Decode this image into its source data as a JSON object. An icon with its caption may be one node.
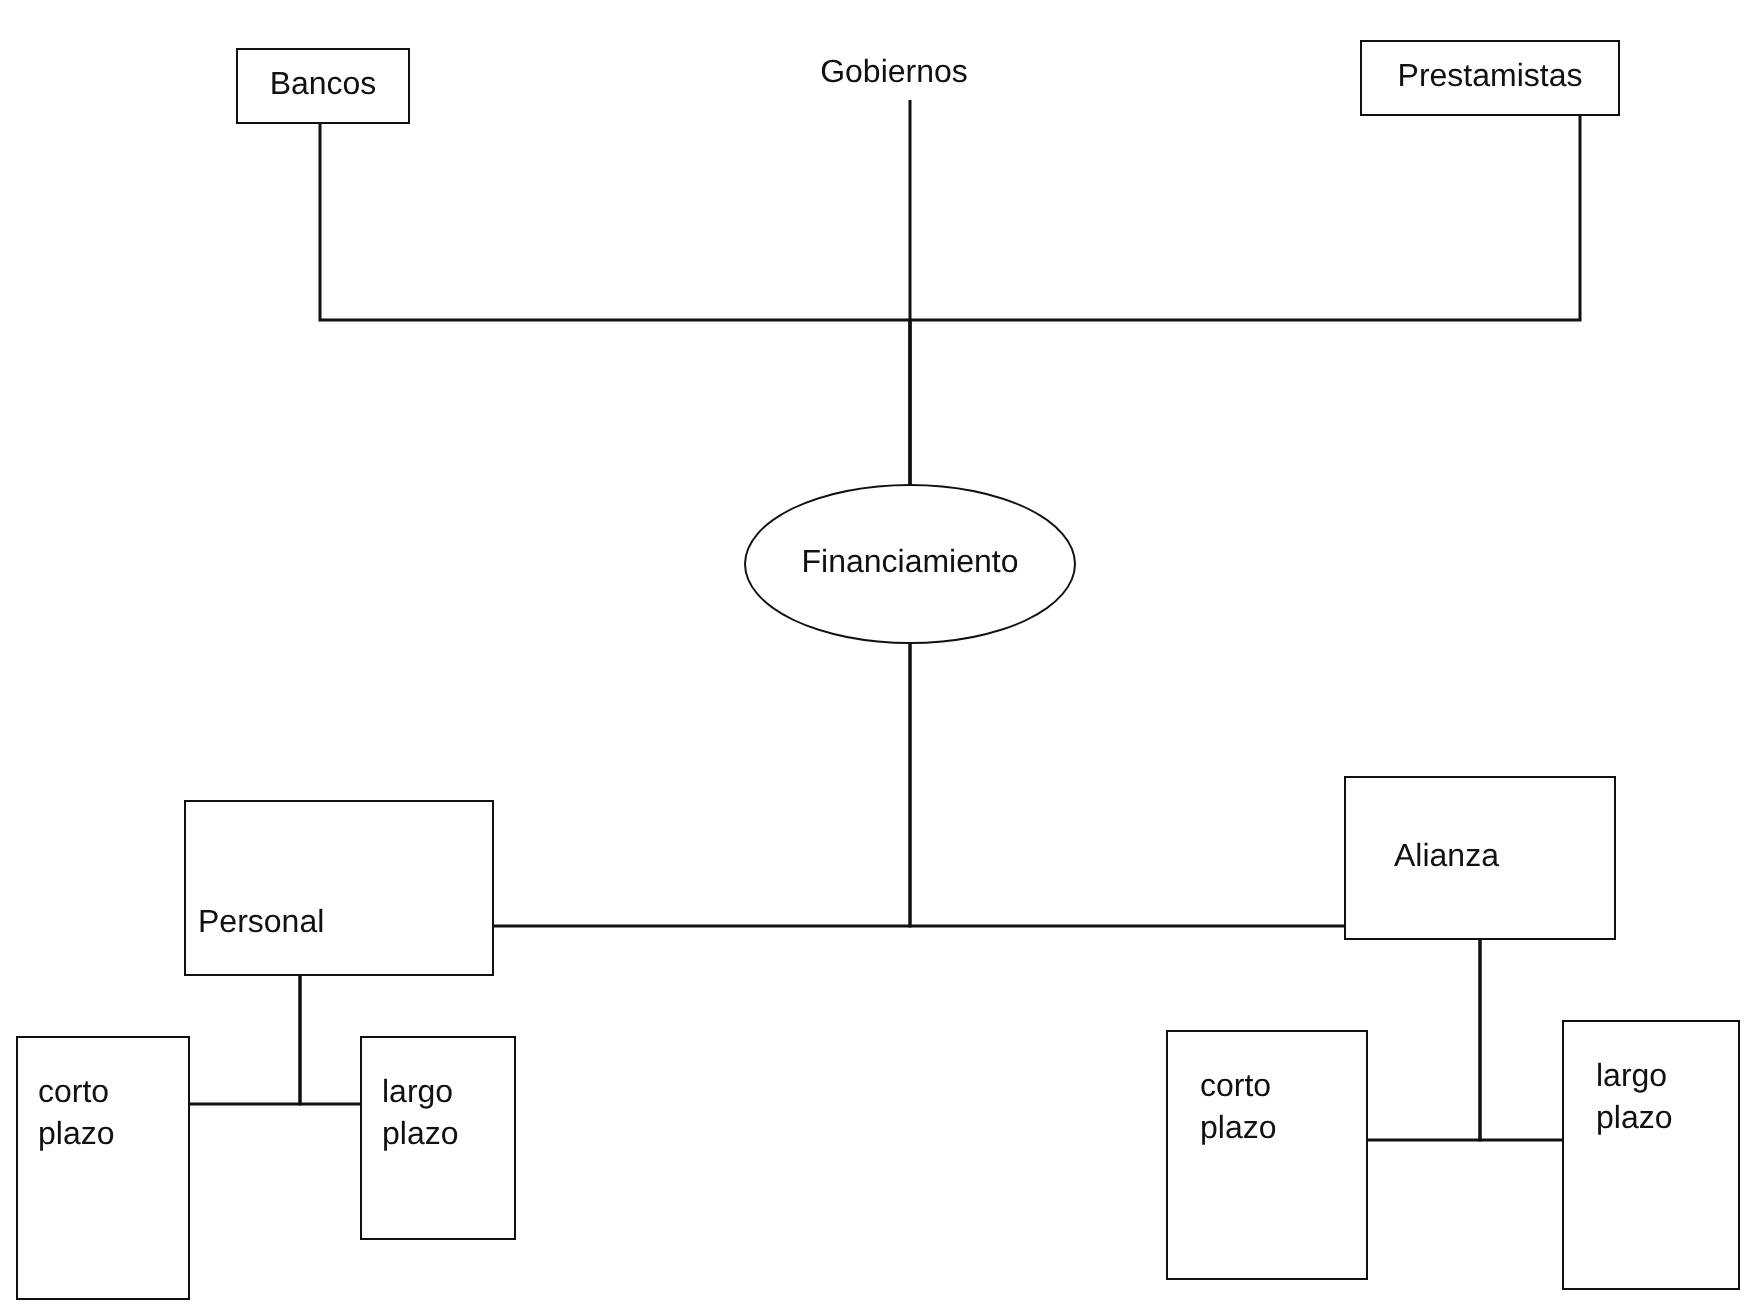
{
  "diagram": {
    "nodes": [
      {
        "text": [
          "Bancos"
        ]
      },
      {
        "text": [
          "Gobiernos"
        ]
      },
      {
        "text": [
          "Prestamistas"
        ]
      },
      {
        "text": [
          "Financiamiento"
        ]
      },
      {
        "text": [
          "Personal"
        ]
      },
      {
        "text": [
          "Alianza"
        ]
      },
      {
        "text": [
          "corto plazo"
        ]
      },
      {
        "text": [
          "largo plazo"
        ]
      },
      {
        "text": [
          "corto plazo"
        ]
      },
      {
        "text": [
          "largo plazo"
        ]
      }
    ],
    "edges": [
      {
        "from": 0,
        "to": 3,
        "arrow": "none"
      },
      {
        "from": 1,
        "to": 3,
        "arrow": "none"
      },
      {
        "from": 2,
        "to": 3,
        "arrow": "none"
      },
      {
        "from": 3,
        "to": 4,
        "arrow": "none"
      },
      {
        "from": 3,
        "to": 5,
        "arrow": "none"
      },
      {
        "from": 4,
        "to": 6,
        "arrow": "none"
      },
      {
        "from": 4,
        "to": 7,
        "arrow": "none"
      },
      {
        "from": 5,
        "to": 8,
        "arrow": "none"
      },
      {
        "from": 5,
        "to": 9,
        "arrow": "none"
      }
    ]
  }
}
